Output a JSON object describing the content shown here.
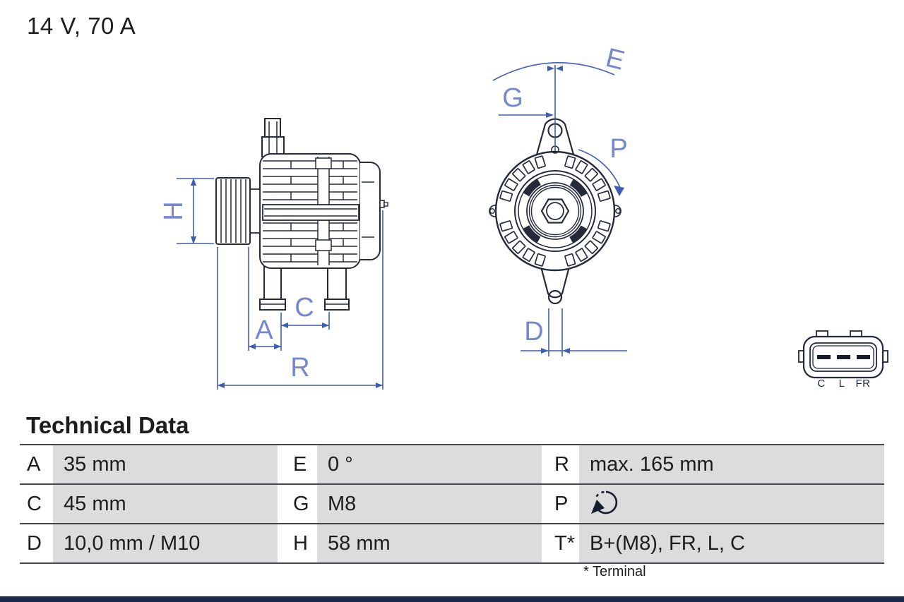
{
  "title": "14 V, 70 A",
  "drawing": {
    "side_view_labels": {
      "h": "H",
      "a": "A",
      "c": "C",
      "r": "R"
    },
    "front_view_labels": {
      "e": "E",
      "g": "G",
      "p": "P",
      "d": "D"
    },
    "connector": {
      "pin_labels": [
        "C",
        "L",
        "FR"
      ]
    }
  },
  "table": {
    "heading": "Technical Data",
    "rows": [
      {
        "cells": [
          {
            "k": "A",
            "v": "35 mm"
          },
          {
            "k": "E",
            "v": "0 °"
          },
          {
            "k": "R",
            "v": "max. 165 mm"
          }
        ]
      },
      {
        "cells": [
          {
            "k": "C",
            "v": "45 mm"
          },
          {
            "k": "G",
            "v": "M8"
          },
          {
            "k": "P",
            "v": "",
            "icon": "rotation-direction-icon"
          }
        ]
      },
      {
        "cells": [
          {
            "k": "D",
            "v": "10,0 mm / M10"
          },
          {
            "k": "H",
            "v": "58 mm"
          },
          {
            "k": "T*",
            "v": "B+(M8), FR, L, C"
          }
        ]
      }
    ],
    "footnote": "* Terminal"
  },
  "colors": {
    "ink": "#252b3a",
    "dimension_blue": "#3e5eb6",
    "dimension_label_blue": "#7487cf",
    "table_cell_gray": "#dcdcdd",
    "table_line_gray": "#43464c",
    "text": "#1d1d1b",
    "footer_bar_navy": "#1c2849"
  }
}
